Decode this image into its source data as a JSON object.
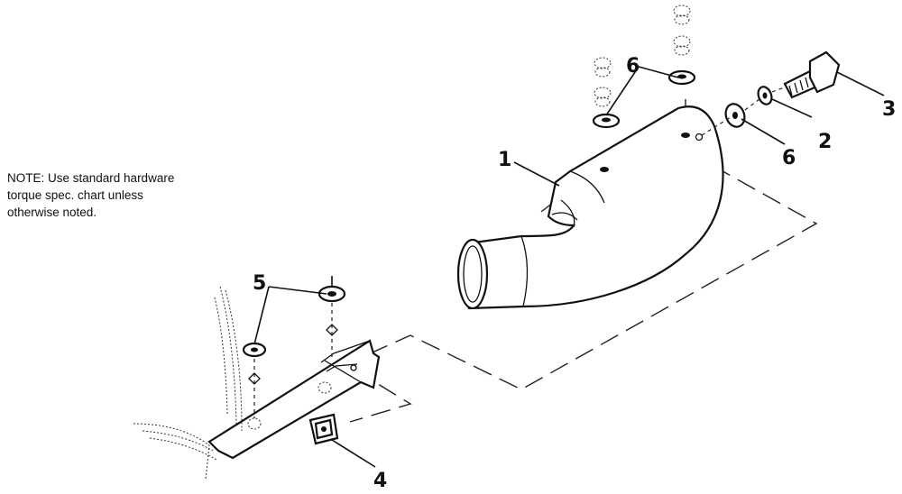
{
  "note": {
    "lines": [
      "NOTE: Use standard hardware",
      "torque spec. chart unless",
      "otherwise noted."
    ]
  },
  "callouts": {
    "elbow": "1",
    "washer_right": "2",
    "bolt": "3",
    "clip_nut": "4",
    "washers_bracket": "5",
    "washers_top": "6",
    "washer_flat_right": "6"
  }
}
